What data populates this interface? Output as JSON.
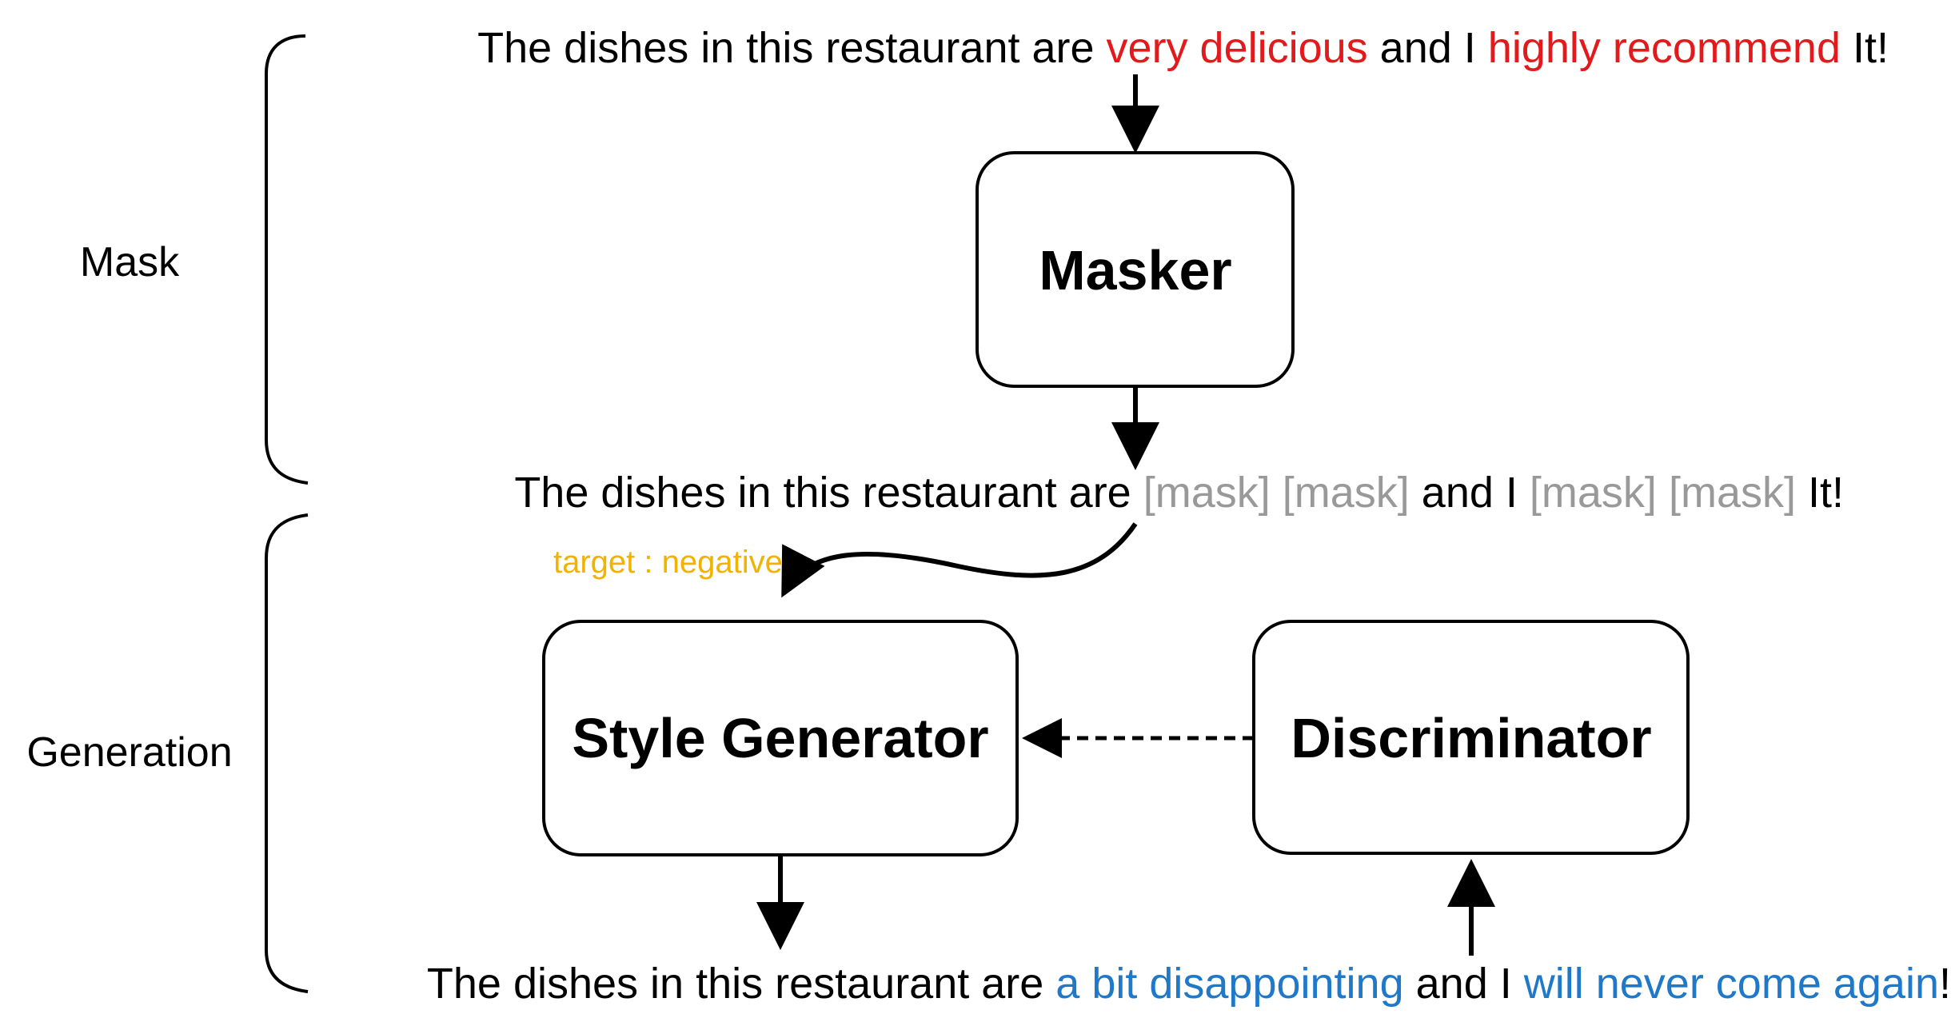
{
  "colors": {
    "positive": "#e31a1c",
    "masked": "#999999",
    "negative": "#1f78c8",
    "target": "#f2b200"
  },
  "phases": {
    "mask": "Mask",
    "generation": "Generation"
  },
  "boxes": {
    "masker": "Masker",
    "style_generator": "Style Generator",
    "discriminator": "Discriminator"
  },
  "target_label": "target : negative",
  "sentences": {
    "input": {
      "p1": "The dishes in this restaurant are ",
      "h1": "very delicious",
      "p2": " and I ",
      "h2": "highly recommend",
      "p3": " It!"
    },
    "masked": {
      "p1": "The dishes in this restaurant are ",
      "m1": "[mask]",
      "s1": " ",
      "m2": "[mask]",
      "p2": " and I ",
      "m3": "[mask]",
      "s2": " ",
      "m4": "[mask]",
      "p3": " It!"
    },
    "output": {
      "p1": "The dishes in this restaurant are ",
      "h1": "a bit disappointing",
      "p2": " and I ",
      "h2": "will never come again",
      "p3": "!"
    }
  }
}
